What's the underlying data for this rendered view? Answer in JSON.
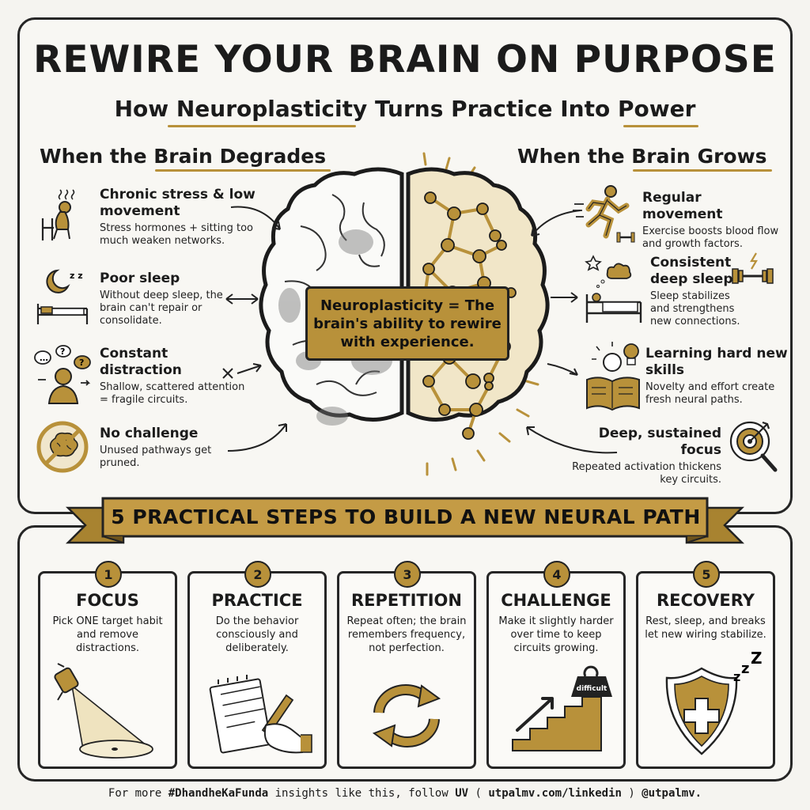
{
  "title": "REWIRE YOUR BRAIN ON PURPOSE",
  "subtitle": "How Neuroplasticity Turns Practice Into Power",
  "left_heading": "When the Brain Degrades",
  "right_heading": "When the Brain Grows",
  "degrades": [
    {
      "title": "Chronic stress & low movement",
      "desc": "Stress hormones + sitting too much weaken networks.",
      "icon": "stressed-person-icon"
    },
    {
      "title": "Poor sleep",
      "desc": "Without deep sleep, the brain can't repair or consolidate.",
      "icon": "moon-bed-icon"
    },
    {
      "title": "Constant distraction",
      "desc": "Shallow, scattered attention = fragile circuits.",
      "icon": "distracted-person-icon"
    },
    {
      "title": "No challenge",
      "desc": "Unused pathways get pruned.",
      "icon": "no-brain-icon"
    }
  ],
  "grows": [
    {
      "title": "Regular movement",
      "desc": "Exercise boosts blood flow and growth factors.",
      "icon": "runner-icon"
    },
    {
      "title": "Consistent deep sleep",
      "desc": "Sleep stabilizes and strengthens new connections.",
      "icon": "sleep-bed-icon"
    },
    {
      "title": "Learning hard new skills",
      "desc": "Novelty and effort create fresh neural paths.",
      "icon": "reading-book-icon"
    },
    {
      "title": "Deep, sustained focus",
      "desc": "Repeated activation thickens key circuits.",
      "icon": "target-icon"
    }
  ],
  "center": "Neuroplasticity = The brain's ability to rewire with experience.",
  "banner": "5 PRACTICAL STEPS TO BUILD A NEW NEURAL PATH",
  "steps": [
    {
      "num": "1",
      "title": "FOCUS",
      "text": "Pick ONE target habit and remove distractions.",
      "icon": "spotlight-icon"
    },
    {
      "num": "2",
      "title": "PRACTICE",
      "text": "Do the behavior consciously and deliberately.",
      "icon": "writing-hand-icon"
    },
    {
      "num": "3",
      "title": "REPETITION",
      "text": "Repeat often; the brain remembers frequency, not perfection.",
      "icon": "cycle-arrows-icon"
    },
    {
      "num": "4",
      "title": "CHALLENGE",
      "text": "Make it slightly harder over time to keep circuits growing.",
      "icon": "stairs-weight-icon",
      "weight_label": "difficult"
    },
    {
      "num": "5",
      "title": "RECOVERY",
      "text": "Rest, sleep, and breaks let new wiring stabilize.",
      "icon": "shield-sleep-icon"
    }
  ],
  "footer": {
    "pre": "For more ",
    "tag": "#DhandheKaFunda",
    "mid": " insights like this, follow ",
    "name": "UV",
    "open": " ( ",
    "url": "utpalmv.com/linkedin",
    "close": " ) ",
    "handle": "@utpalmv."
  },
  "colors": {
    "accent": "#b8913a",
    "ink": "#1b1b1b",
    "paper": "#f5f4f0"
  }
}
